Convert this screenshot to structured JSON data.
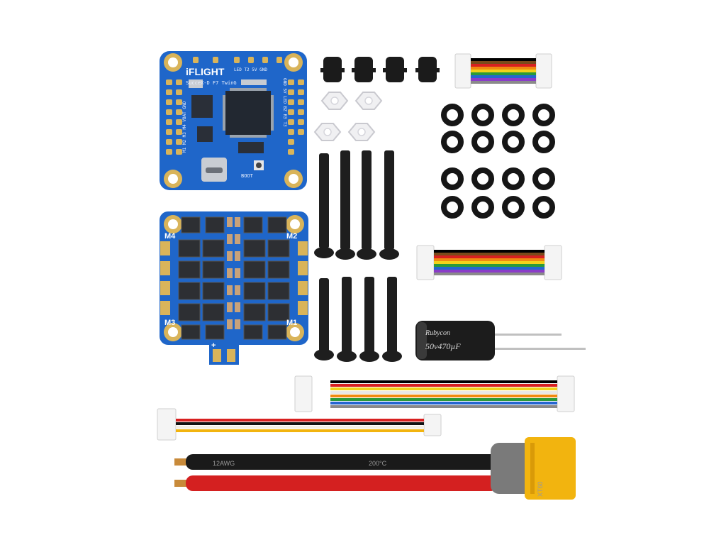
{
  "flight_controller": {
    "brand": "iFLIGHT",
    "model": "SucceX-D F7 TwinG",
    "label_boot": "BOOT",
    "pads_top": "LED T2 5V GND",
    "pads_left": "M1 M2 M3 M4 VBAT GND",
    "pads_right": "GND 5V LED BZ R3 T3"
  },
  "esc": {
    "motor_labels": [
      "M4",
      "M2",
      "M3",
      "M1"
    ],
    "plus_label": "+"
  },
  "capacitor": {
    "brand": "Rubycon",
    "rating": "50v470µF"
  },
  "power_lead": {
    "gauge": "12AWG",
    "temp": "200°C"
  },
  "connector": {
    "type": "XT60"
  },
  "colors": {
    "pcb_blue": "#1e66c8",
    "gold": "#d9b45a",
    "esc_dark": "#2c2c2c",
    "wire_red": "#d42020",
    "wire_black": "#1a1a1a",
    "xt60_yellow": "#f2b40f"
  }
}
